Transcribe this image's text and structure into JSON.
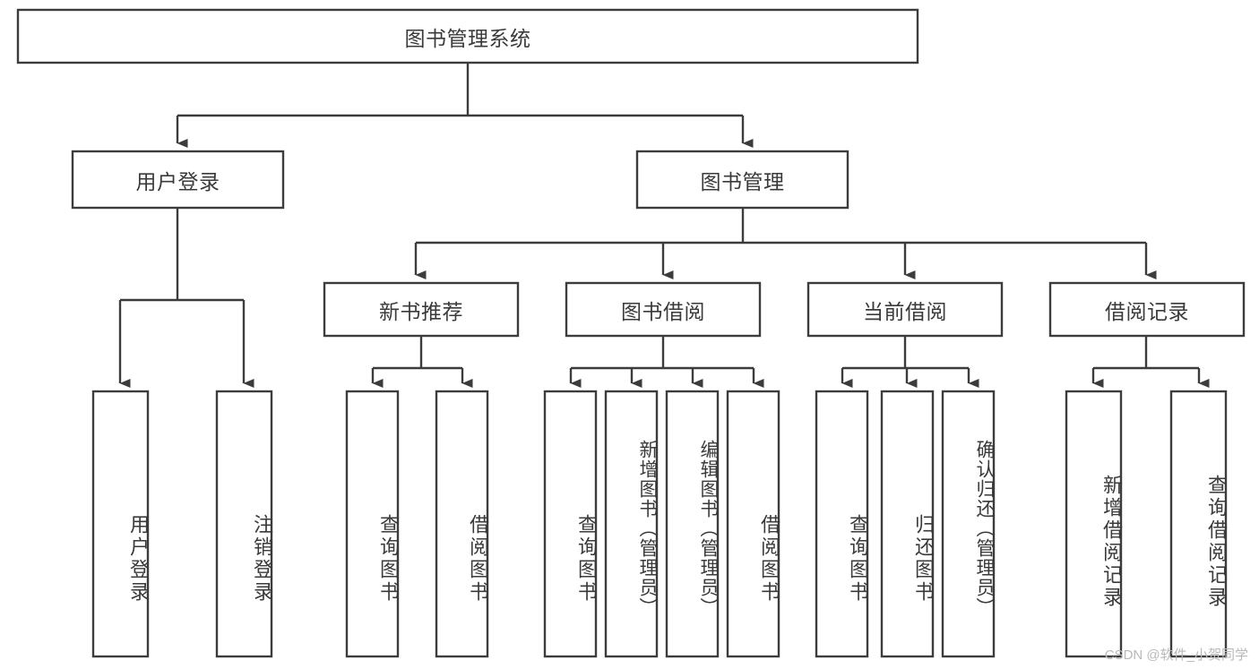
{
  "diagram": {
    "type": "tree",
    "orientation": "top-down",
    "title": "图书管理系统",
    "colors": {
      "stroke": "#3c3c3c",
      "box_fill": "#ffffff",
      "text": "#3a3a3a",
      "watermark": "#b9b9b9",
      "background": "#ffffff"
    },
    "levels": {
      "root": "图书管理系统",
      "level2": [
        "用户登录",
        "图书管理"
      ],
      "level3": [
        "新书推荐",
        "图书借阅",
        "当前借阅",
        "借阅记录"
      ],
      "level4_vertical_text": true
    }
  },
  "root": {
    "label": "图书管理系统"
  },
  "branches": [
    {
      "label": "用户登录",
      "leaves": [
        {
          "label": "用户登录"
        },
        {
          "label": "注销登录"
        }
      ]
    },
    {
      "label": "图书管理",
      "children": [
        {
          "label": "新书推荐",
          "leaves": [
            {
              "label": "查询图书"
            },
            {
              "label": "借阅图书"
            }
          ]
        },
        {
          "label": "图书借阅",
          "leaves": [
            {
              "label": "查询图书"
            },
            {
              "label": "新增图书（管理员）"
            },
            {
              "label": "编辑图书（管理员）"
            },
            {
              "label": "借阅图书"
            }
          ]
        },
        {
          "label": "当前借阅",
          "leaves": [
            {
              "label": "查询图书"
            },
            {
              "label": "归还图书"
            },
            {
              "label": "确认归还（管理员）"
            }
          ]
        },
        {
          "label": "借阅记录",
          "leaves": [
            {
              "label": "新增借阅记录"
            },
            {
              "label": "查询借阅记录"
            }
          ]
        }
      ]
    }
  ],
  "nodes": {
    "root_title": "图书管理系统",
    "user_login": "用户登录",
    "book_manage": "图书管理",
    "new_book_rec": "新书推荐",
    "book_borrow": "图书借阅",
    "current_borrow": "当前借阅",
    "borrow_record": "借阅记录",
    "leaf_user_login": "用户登录",
    "leaf_user_logout": "注销登录",
    "leaf_rec_query": "查询图书",
    "leaf_rec_borrow": "借阅图书",
    "leaf_borrow_query": "查询图书",
    "leaf_borrow_add": "新增图书（管理员）",
    "leaf_borrow_edit": "编辑图书（管理员）",
    "leaf_borrow_do": "借阅图书",
    "leaf_cur_query": "查询图书",
    "leaf_cur_return": "归还图书",
    "leaf_cur_confirm": "确认归还（管理员）",
    "leaf_rec_add": "新增借阅记录",
    "leaf_rec_search": "查询借阅记录"
  },
  "watermark": {
    "text": "CSDN @软件_小贺同学"
  }
}
